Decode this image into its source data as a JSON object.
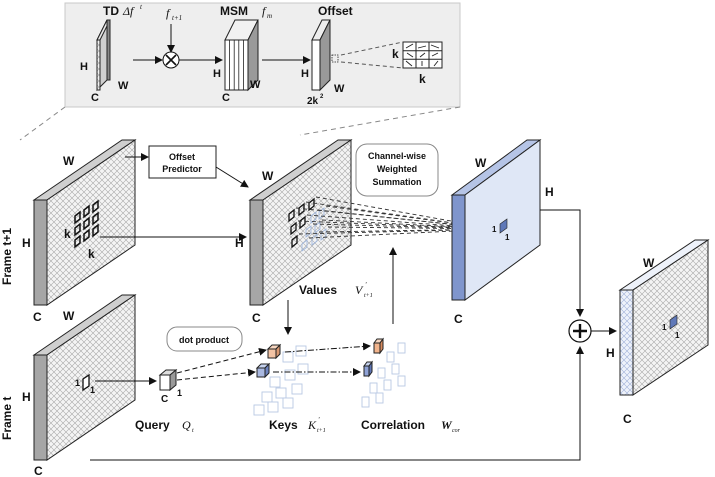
{
  "inset": {
    "td": {
      "label": "TD",
      "symbol": "Δf",
      "sup": "t"
    },
    "f_label": {
      "symbol": "f",
      "sub": "t+1"
    },
    "msm": {
      "label": "MSM",
      "symbol": "f",
      "sub": "m"
    },
    "offset_label": "Offset",
    "dim_h": "H",
    "dim_w": "W",
    "dim_c": "C",
    "dim_2k": "2k",
    "dim_2k_sup": "2",
    "dim_k": "k"
  },
  "labels": {
    "offset_predictor_line1": "Offset",
    "offset_predictor_line2": "Predictor",
    "channel_line1": "Channel-wise",
    "channel_line2": "Weighted",
    "channel_line3": "Summation",
    "dot_product": "dot product",
    "frame_t1": "Frame t+1",
    "frame_t": "Frame t",
    "values": "Values",
    "query": "Query",
    "keys": "Keys",
    "correlation": "Correlation",
    "one": "1",
    "k": "k"
  },
  "math": {
    "values_sym": "V",
    "values_sub": "t+1",
    "values_sup": "'",
    "query_sym": "Q",
    "query_sub": "t",
    "keys_sym": "K",
    "keys_sub": "t+1",
    "keys_sup": "'",
    "corr_sym": "W",
    "corr_sub": "cor"
  },
  "colors": {
    "output_blue": "#8aa0d4",
    "output_face": "#dfe7f6",
    "key_orange": "#f0b08a",
    "key_blue": "#8aa0d4",
    "inset_bg": "#eeeeee"
  }
}
